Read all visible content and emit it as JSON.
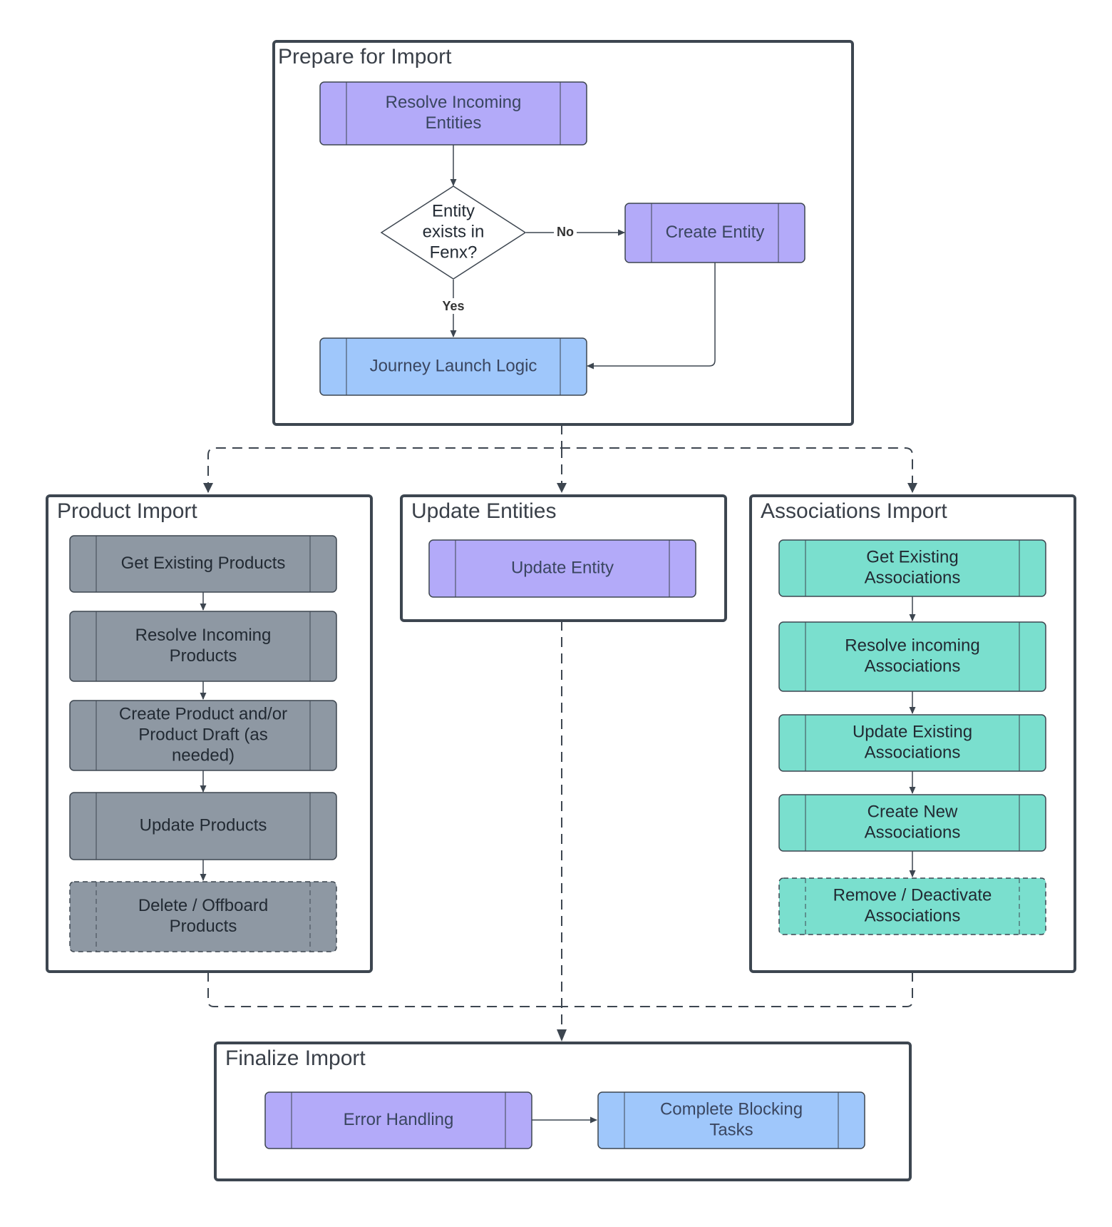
{
  "colors": {
    "purple": "#b3aaf9",
    "blue": "#9fc7fb",
    "gray": "#8e98a3",
    "teal": "#7adfce",
    "line": "#3d4650",
    "text_dark": "#222a33",
    "text_muted": "#3a4660"
  },
  "groups": {
    "prepare": "Prepare for Import",
    "product": "Product Import",
    "update": "Update Entities",
    "associations": "Associations Import",
    "finalize": "Finalize Import"
  },
  "nodes": {
    "resolve_entities": [
      "Resolve Incoming",
      "Entities"
    ],
    "entity_exists": [
      "Entity",
      "exists in",
      "Fenx?"
    ],
    "create_entity": [
      "Create Entity"
    ],
    "journey_launch": [
      "Journey Launch Logic"
    ],
    "get_products": [
      "Get Existing Products"
    ],
    "resolve_products": [
      "Resolve Incoming",
      "Products"
    ],
    "create_product": [
      "Create Product and/or",
      "Product Draft (as",
      "needed)"
    ],
    "update_products": [
      "Update Products"
    ],
    "delete_products": [
      "Delete / Offboard",
      "Products"
    ],
    "update_entity": [
      "Update Entity"
    ],
    "get_associations": [
      "Get Existing",
      "Associations"
    ],
    "resolve_associations": [
      "Resolve incoming",
      "Associations"
    ],
    "update_associations": [
      "Update Existing",
      "Associations"
    ],
    "create_associations": [
      "Create New",
      "Associations"
    ],
    "remove_associations": [
      "Remove / Deactivate",
      "Associations"
    ],
    "error_handling": [
      "Error Handling"
    ],
    "complete_tasks": [
      "Complete Blocking",
      "Tasks"
    ]
  },
  "edge_labels": {
    "no": "No",
    "yes": "Yes"
  }
}
